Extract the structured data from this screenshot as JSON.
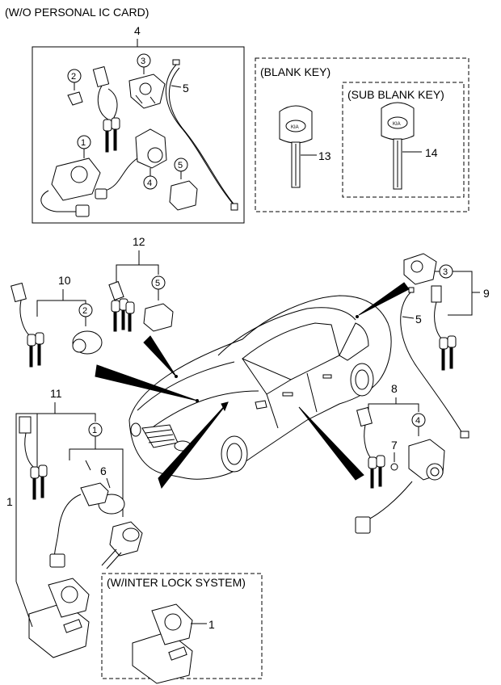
{
  "headers": {
    "wo_personal_ic_card": "(W/O PERSONAL IC CARD)",
    "blank_key": "(BLANK KEY)",
    "sub_blank_key": "(SUB BLANK KEY)",
    "inter_lock": "(W/INTER LOCK SYSTEM)"
  },
  "callouts": {
    "box_group": "4",
    "box_c2": "2",
    "box_c3": "3",
    "box_c1": "1",
    "box_c4": "4",
    "box_c5": "5",
    "box_cable": "5",
    "blank_key": "13",
    "sub_blank_key": "14",
    "group12": "12",
    "c12_5": "5",
    "group10": "10",
    "c10_2": "2",
    "c9_3": "3",
    "group9": "9",
    "c9_5": "5",
    "group11": "11",
    "c11_1": "1",
    "c11_6": "6",
    "left_1": "1",
    "group8": "8",
    "c8_4": "4",
    "c8_7": "7",
    "inter_1": "1"
  }
}
